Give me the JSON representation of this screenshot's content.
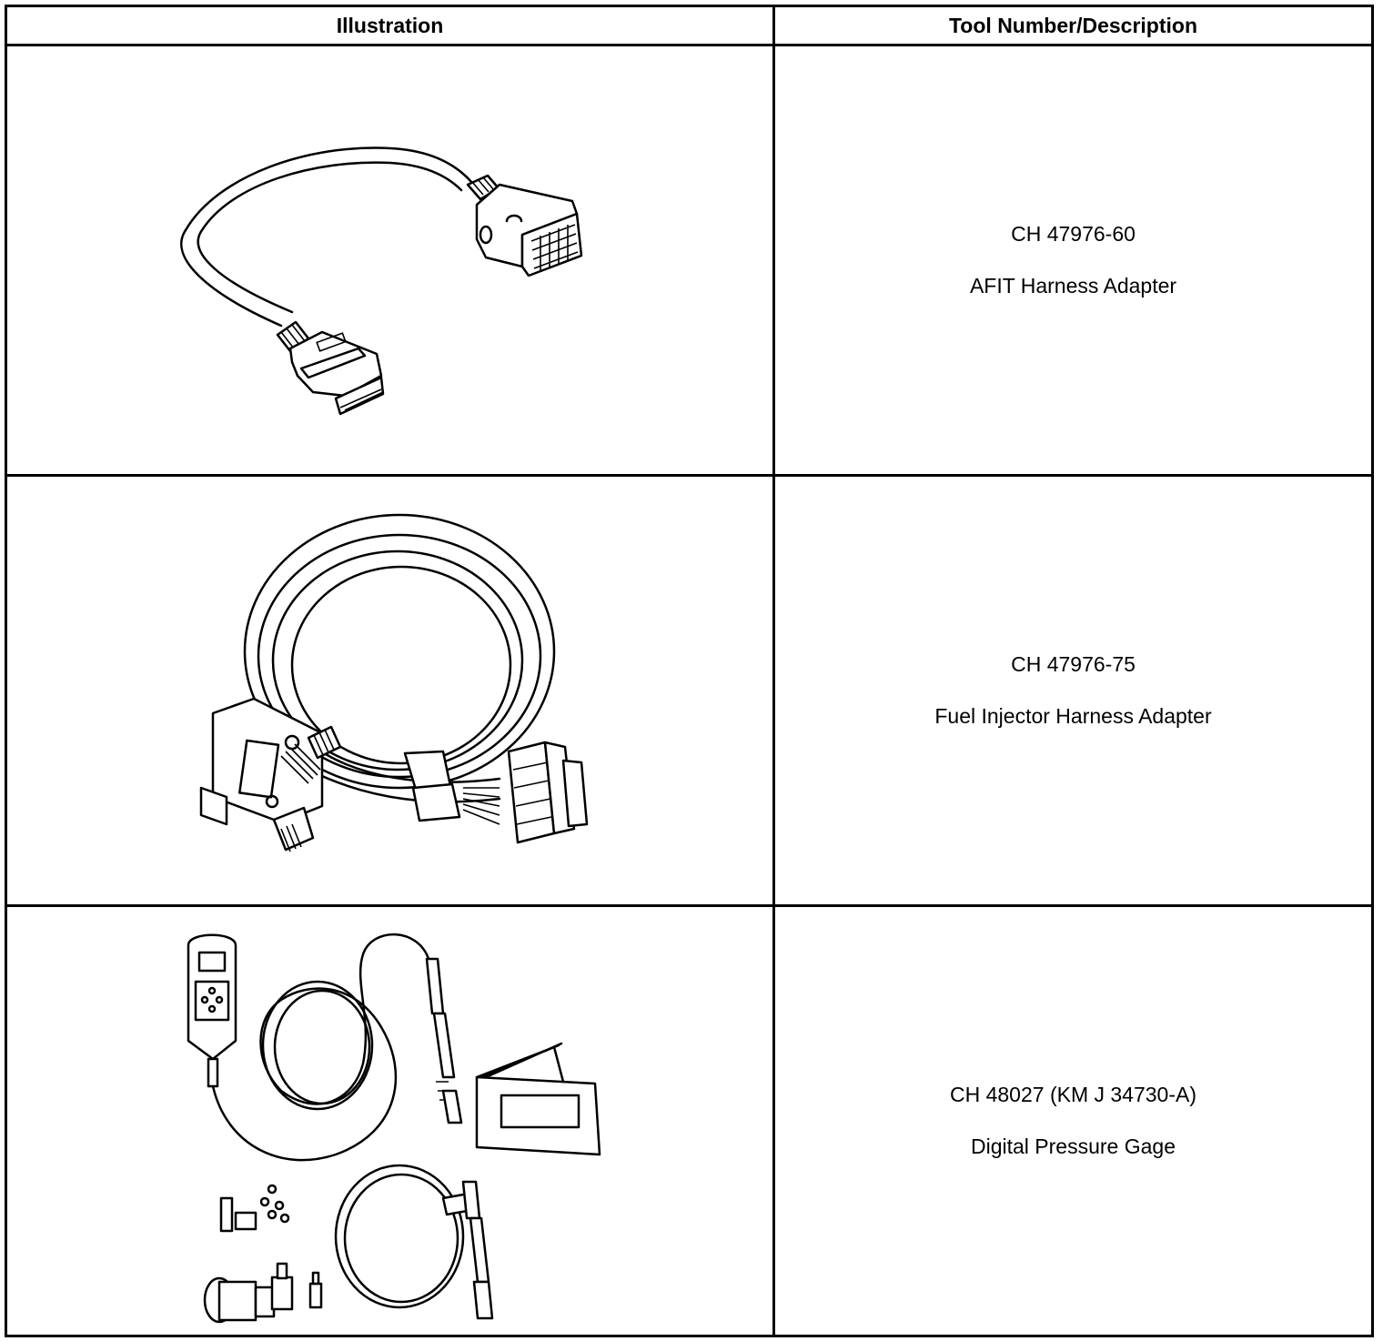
{
  "table": {
    "headers": {
      "illustration": "Illustration",
      "tool": "Tool Number/Description"
    },
    "rows": [
      {
        "tool_number": "CH 47976-60",
        "description": "AFIT Harness Adapter",
        "illustration_icon": "harness-adapter-illustration"
      },
      {
        "tool_number": "CH 47976-75",
        "description": "Fuel Injector Harness Adapter",
        "illustration_icon": "fuel-injector-harness-illustration"
      },
      {
        "tool_number": "CH 48027 (KM J 34730-A)",
        "description": "Digital Pressure Gage",
        "illustration_icon": "pressure-gage-kit-illustration"
      }
    ]
  }
}
